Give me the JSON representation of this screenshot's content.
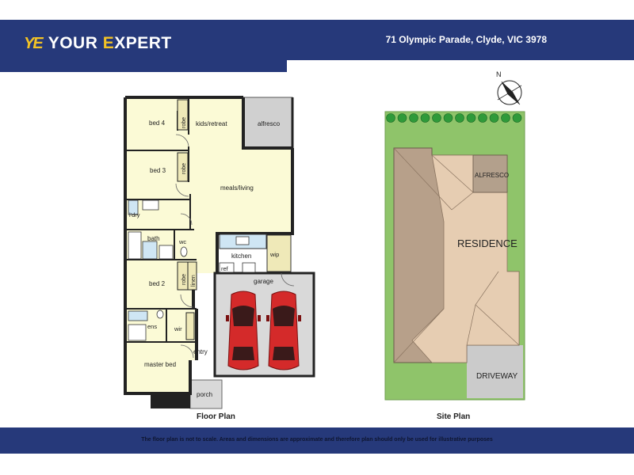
{
  "header": {
    "logo_mark": "YE",
    "brand_part1": "YOUR ",
    "brand_part2": "E",
    "brand_part3": "XPERT",
    "address": "71 Olympic Parade, Clyde, VIC 3978"
  },
  "floor_plan": {
    "caption": "Floor Plan",
    "rooms": {
      "bed4": "bed 4",
      "robe1": "robe",
      "kids": "kids/retreat",
      "alfresco": "alfresco",
      "bed3": "bed 3",
      "robe2": "robe",
      "meals": "meals/living",
      "ldry": "l'dry",
      "bath": "bath",
      "wc": "wc",
      "kitchen": "kitchen",
      "wip": "wip",
      "ref": "ref",
      "garage": "garage",
      "bed2": "bed 2",
      "robe3": "robe",
      "linen": "linen",
      "ens": "ens",
      "wir": "wir",
      "entry": "entry",
      "master": "master bed",
      "porch": "porch"
    }
  },
  "site_plan": {
    "caption": "Site Plan",
    "north": "N",
    "alfresco": "ALFRESCO",
    "residence": "RESIDENCE",
    "driveway": "DRIVEWAY"
  },
  "footer": {
    "disclaimer": "The floor plan is not to scale. Areas and dimensions are approximate and therefore plan should only be used for illustrative purposes"
  },
  "colors": {
    "header_bg": "#26397a",
    "accent": "#f3c325",
    "room_fill": "#fbfad6",
    "garage_fill": "#d9d9d9",
    "lawn": "#8fc46a",
    "roof_dark": "#b7a08a",
    "roof_light": "#e6cdb2",
    "car": "#d42a2a"
  }
}
